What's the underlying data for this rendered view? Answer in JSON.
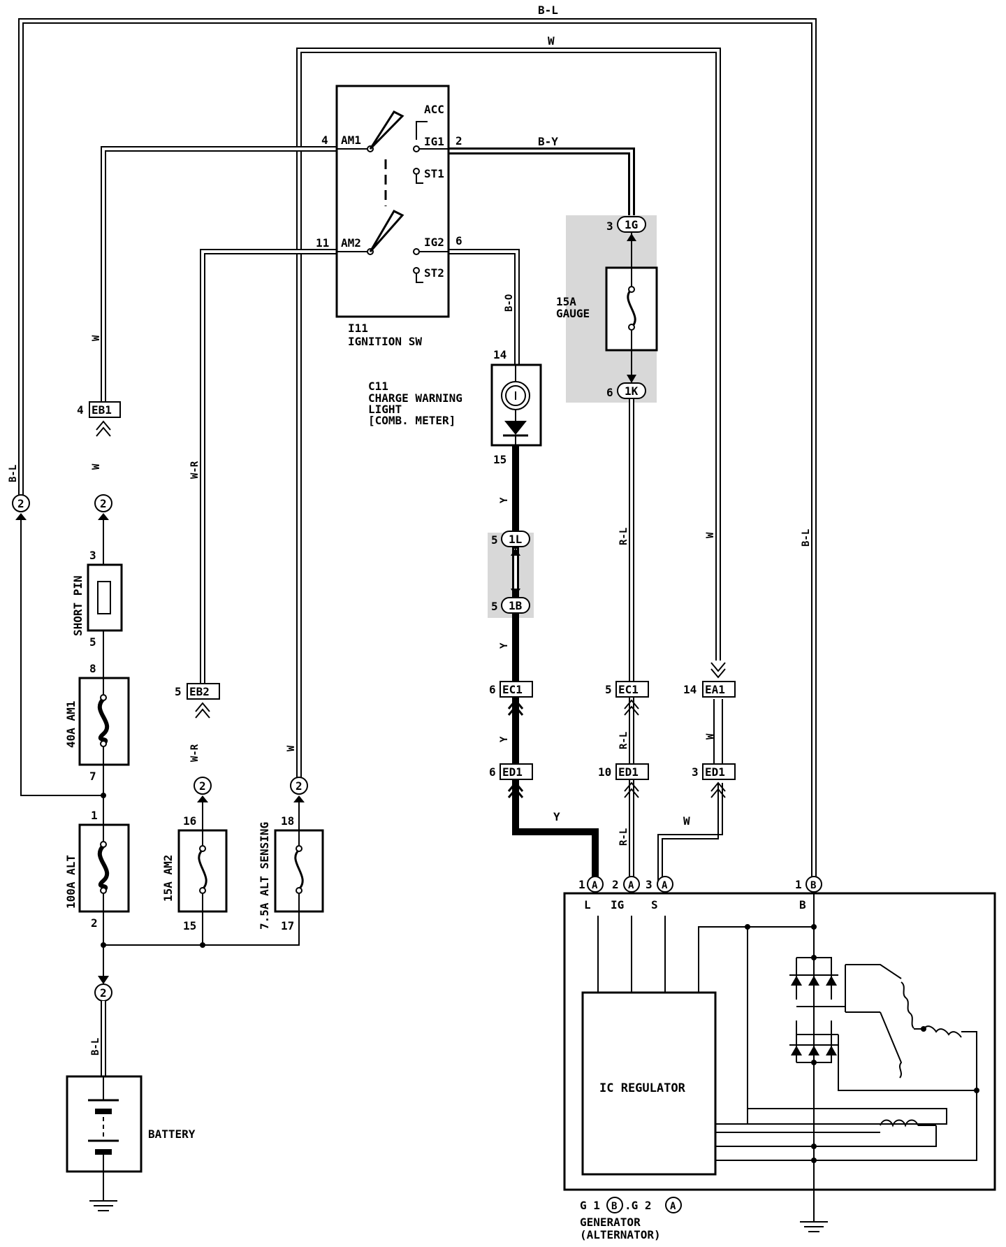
{
  "wire_colors": {
    "top_bl": "B-L",
    "top_w": "W",
    "ig1_by": "B-Y",
    "ig2_bo": "B-O",
    "left_bl": "B-L",
    "left_w_upper": "W",
    "left_w_lower": "W",
    "wr_upper": "W-R",
    "wr_lower": "W-R",
    "w_sense": "W",
    "y1": "Y",
    "y2": "Y",
    "y3": "Y",
    "y_bottom": "Y",
    "rl1": "R-L",
    "rl2": "R-L",
    "rl3": "R-L",
    "w_right1": "W",
    "w_right2": "W",
    "w_right3": "W",
    "bl_right": "B-L",
    "battery_bl": "B-L"
  },
  "ignition_switch": {
    "code": "I11",
    "name": "IGNITION SW",
    "terminals": {
      "acc": "ACC",
      "ig1": "IG1",
      "st1": "ST1",
      "ig2": "IG2",
      "st2": "ST2",
      "am1": "AM1",
      "am2": "AM2"
    },
    "pins": {
      "am1": "4",
      "am2": "11",
      "ig1": "2",
      "ig2": "6"
    }
  },
  "charge_light": {
    "code": "C11",
    "line1": "CHARGE WARNING",
    "line2": "LIGHT",
    "line3": "[COMB. METER]",
    "pin_top": "14",
    "pin_bottom": "15"
  },
  "gauge_fuse": {
    "line1": "15A",
    "line2": "GAUGE",
    "conn_top": "1G",
    "pin_top": "3",
    "conn_bottom": "1K",
    "pin_bottom": "6"
  },
  "junction_1L": {
    "label": "1L",
    "pin": "5"
  },
  "junction_1B": {
    "label": "1B",
    "pin": "5"
  },
  "connectors": {
    "eb1": {
      "label": "EB1",
      "pin": "4"
    },
    "eb2": {
      "label": "EB2",
      "pin": "5"
    },
    "ec1_y": {
      "label": "EC1",
      "pin": "6"
    },
    "ec1_rl": {
      "label": "EC1",
      "pin": "5"
    },
    "ea1": {
      "label": "EA1",
      "pin": "14"
    },
    "ed1_y": {
      "label": "ED1",
      "pin": "6"
    },
    "ed1_rl": {
      "label": "ED1",
      "pin": "10"
    },
    "ed1_w": {
      "label": "ED1",
      "pin": "3"
    }
  },
  "circle_2": "2",
  "fuses": {
    "short_pin": {
      "label": "SHORT PIN",
      "pin_top": "3",
      "pin_bottom": "5"
    },
    "am1_40a": {
      "label": "40A AM1",
      "pin_top": "8",
      "pin_bottom": "7"
    },
    "alt_100a": {
      "label": "100A ALT",
      "pin_top": "1",
      "pin_bottom": "2"
    },
    "am2_15a": {
      "label": "15A AM2",
      "pin_top": "16",
      "pin_bottom": "15"
    },
    "alt_sensing": {
      "label": "7.5A ALT SENSING",
      "pin_top": "18",
      "pin_bottom": "17"
    }
  },
  "battery": {
    "label": "BATTERY"
  },
  "generator": {
    "terminals": {
      "l": "L",
      "ig": "IG",
      "s": "S",
      "b": "B"
    },
    "pins": {
      "l": "1",
      "ig": "2",
      "s": "3",
      "b": "1"
    },
    "conn_a": "A",
    "conn_b": "B",
    "regulator": "IC REGULATOR",
    "code_g1": "G 1",
    "code_sep": ".G 2",
    "name1": "GENERATOR",
    "name2": "(ALTERNATOR)"
  }
}
